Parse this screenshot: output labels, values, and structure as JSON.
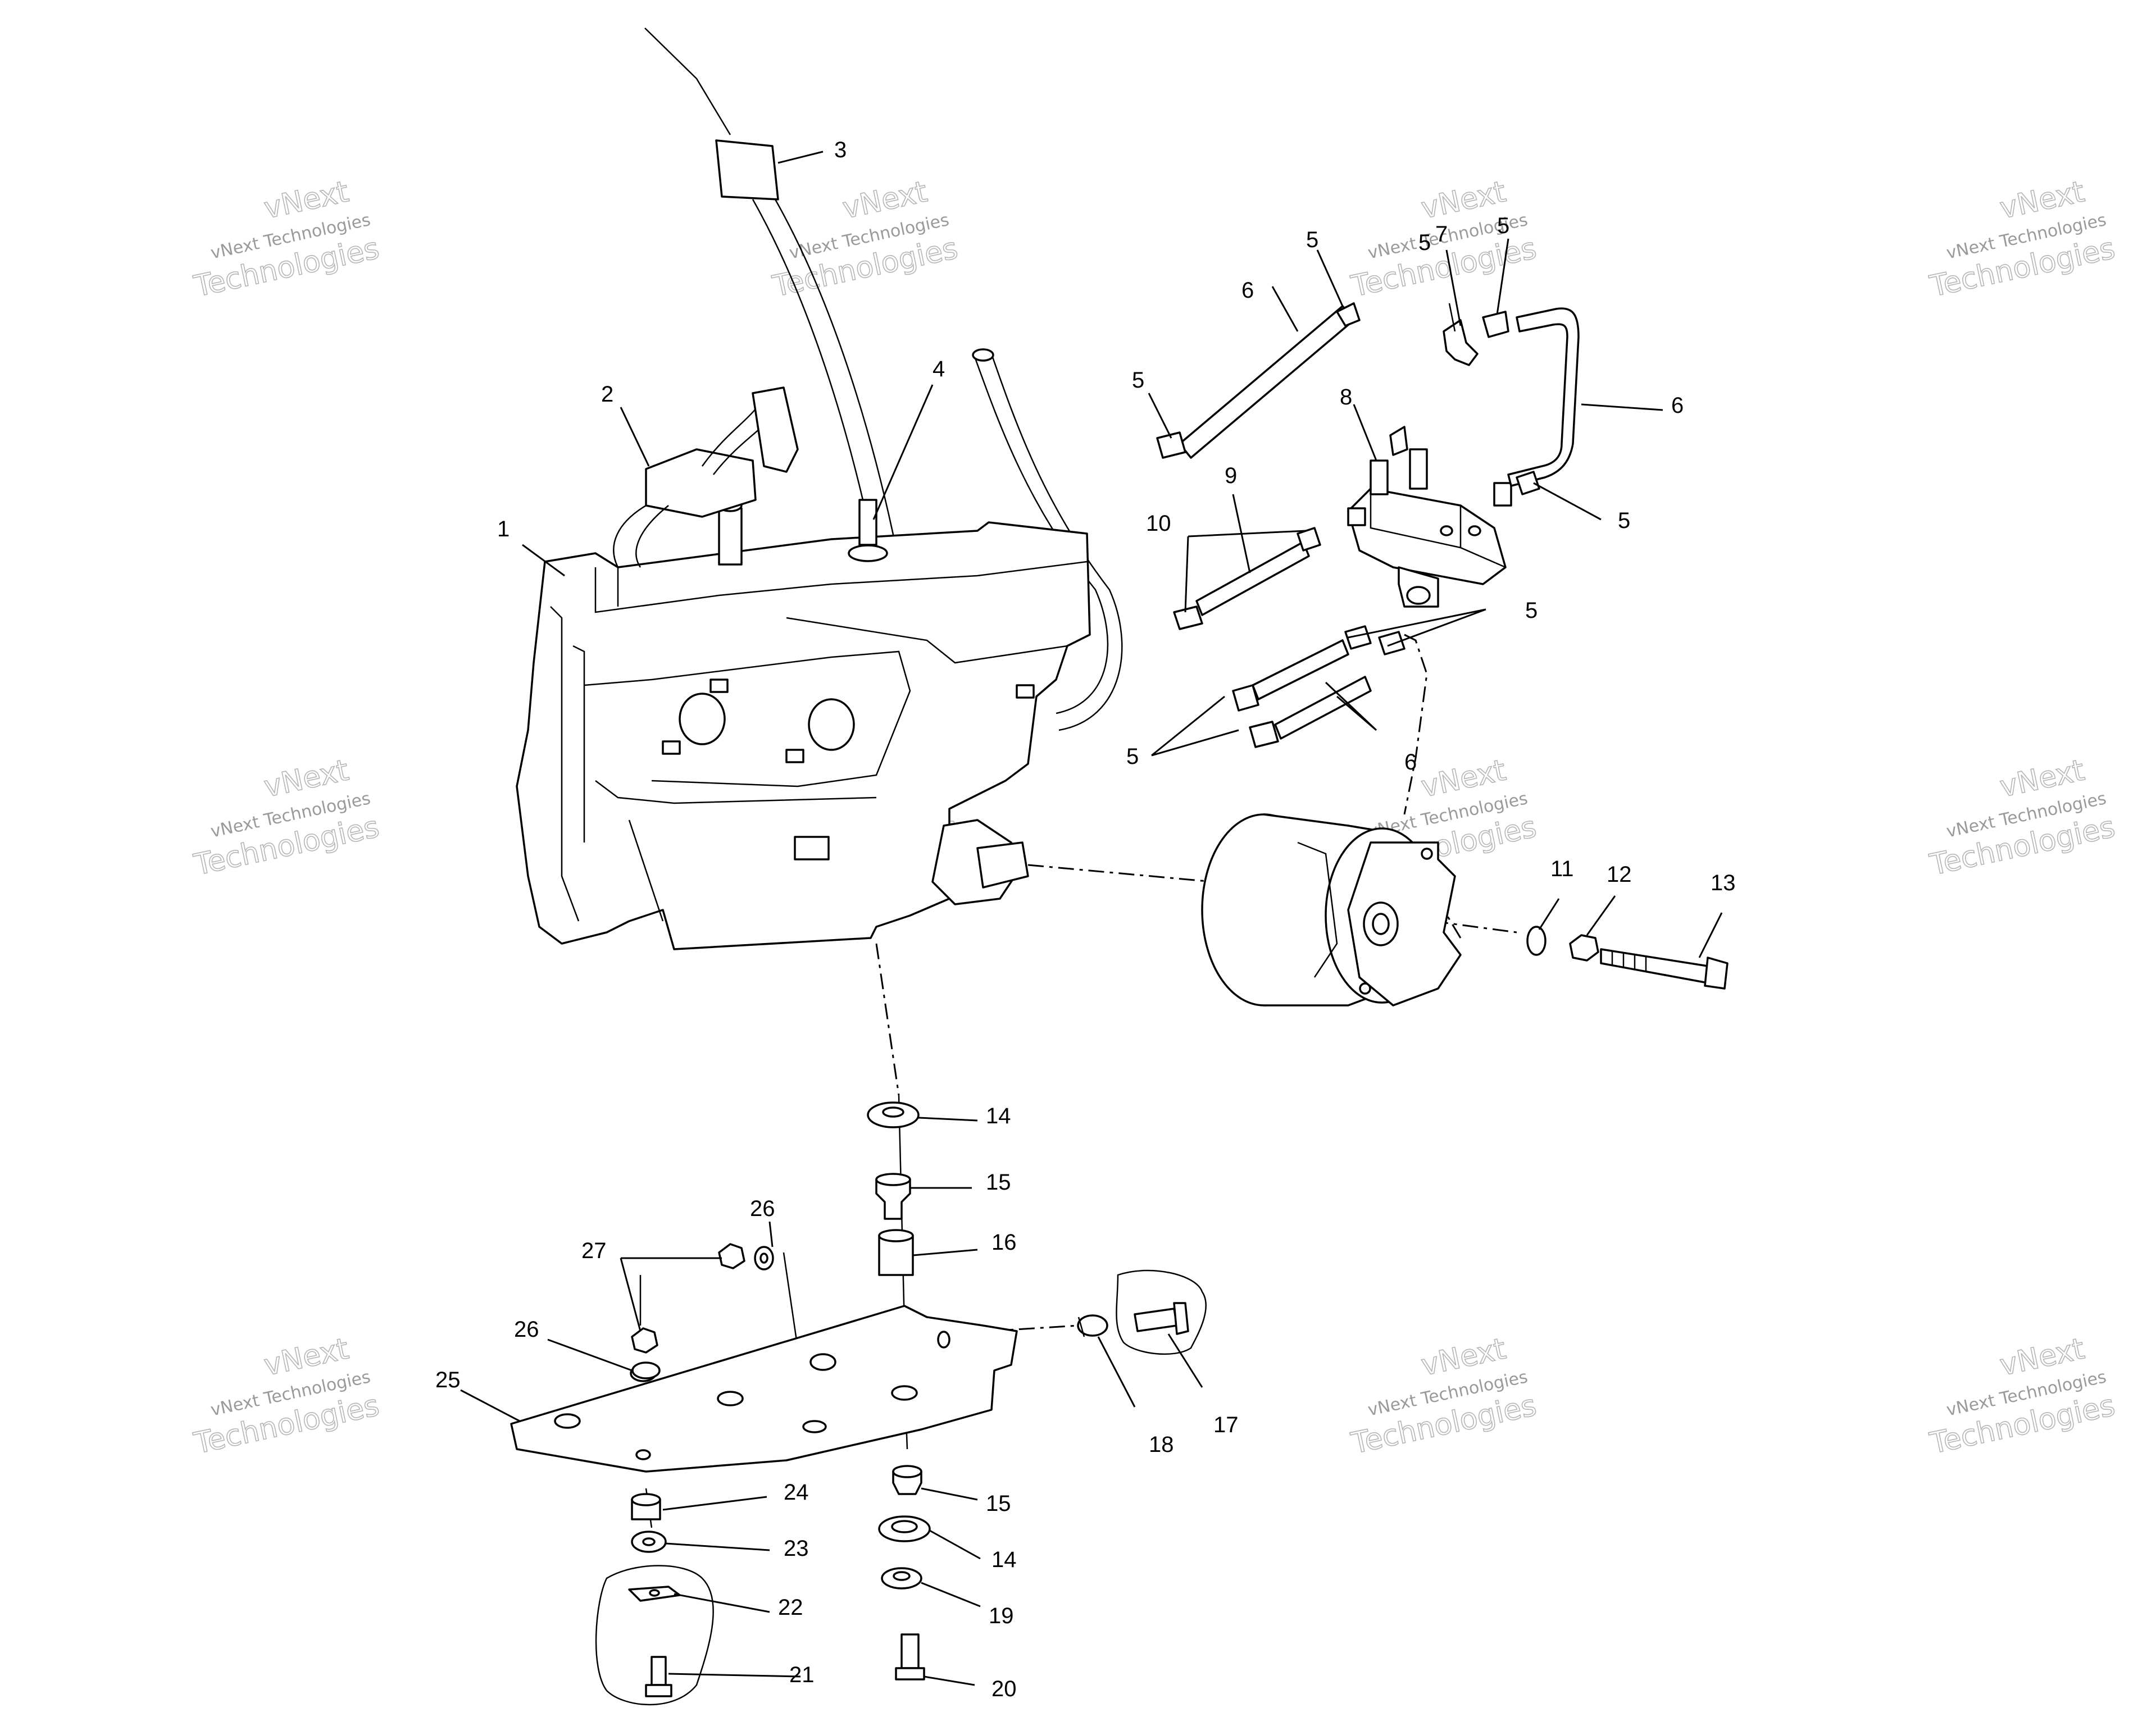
{
  "watermark": {
    "line1": "vNext",
    "line2": "vNext Technologies",
    "line3": "Technologies"
  },
  "labels": [
    "1",
    "2",
    "3",
    "4",
    "5",
    "5",
    "5",
    "5",
    "5",
    "5",
    "5",
    "6",
    "6",
    "6",
    "7",
    "8",
    "9",
    "10",
    "11",
    "12",
    "13",
    "14",
    "14",
    "15",
    "15",
    "16",
    "17",
    "18",
    "19",
    "20",
    "21",
    "22",
    "23",
    "24",
    "25",
    "26",
    "26",
    "27"
  ]
}
